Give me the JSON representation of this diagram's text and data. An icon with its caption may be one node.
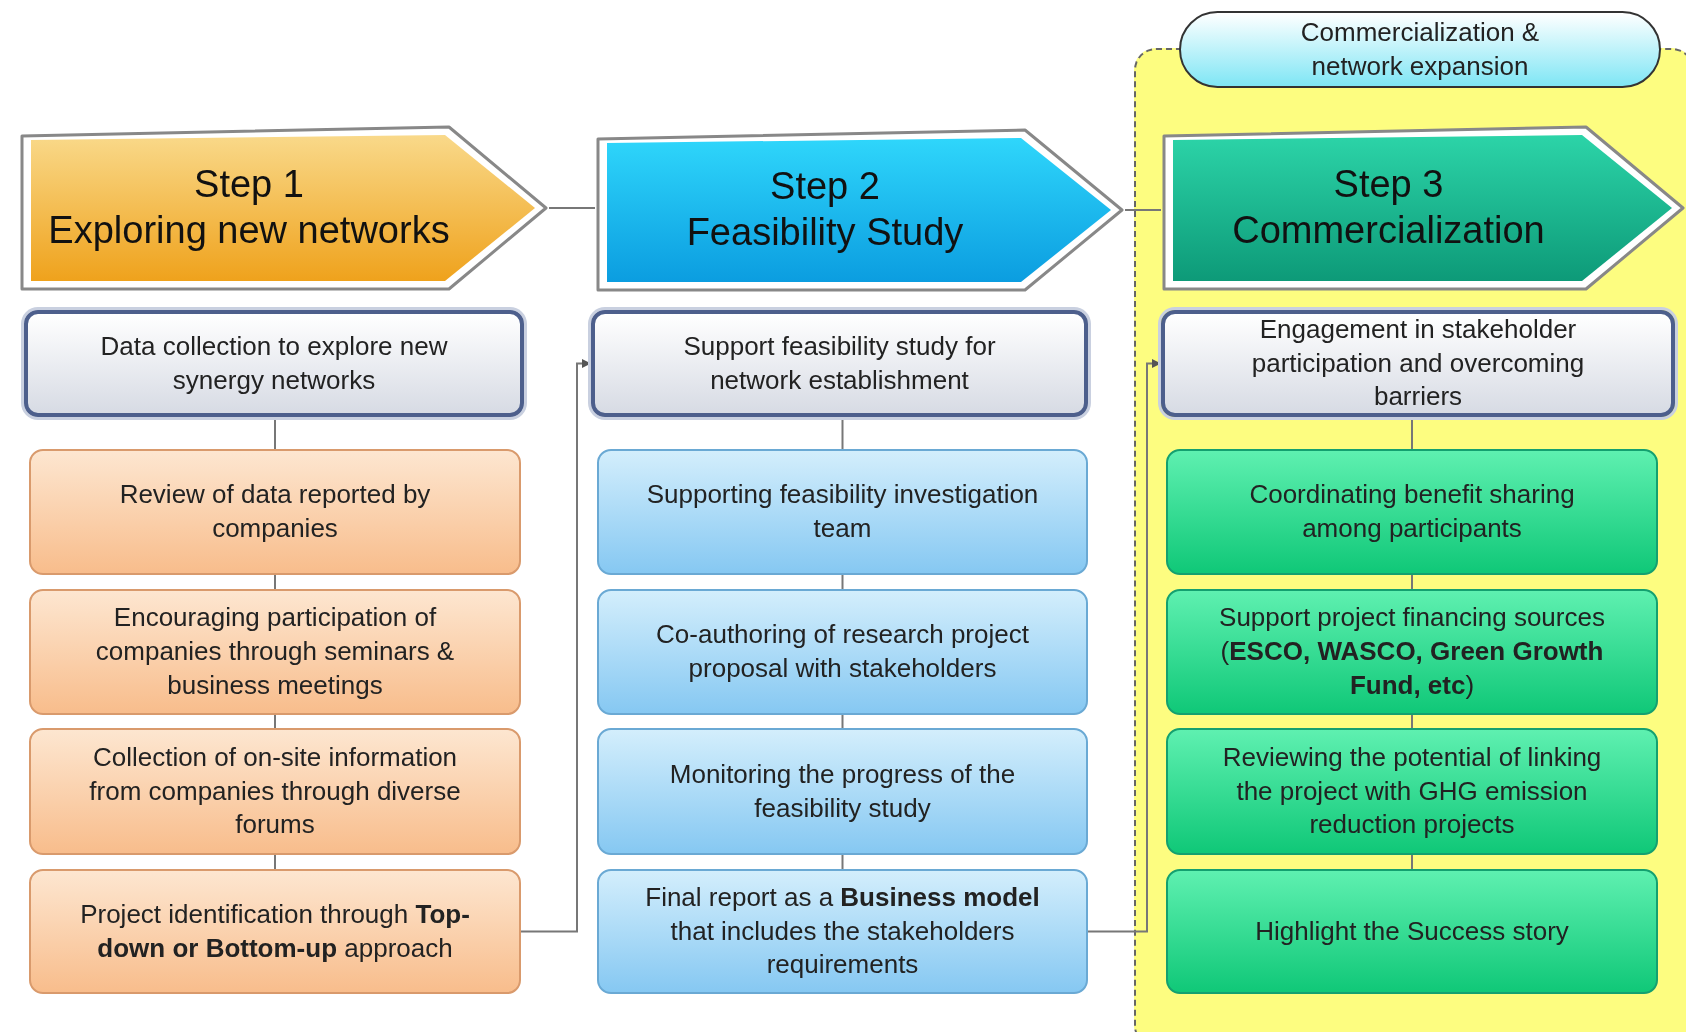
{
  "diagram": {
    "nodes": [
      {
        "text": [
          "Commercialization & network expansion"
        ]
      },
      {
        "text": [
          "Step 1",
          "Exploring new networks"
        ]
      },
      {
        "text": [
          "Step 2",
          "Feasibility Study"
        ]
      },
      {
        "text": [
          "Step 3",
          "Commercialization"
        ]
      },
      {
        "text": [
          "Data collection to explore new synergy networks"
        ]
      },
      {
        "text": [
          "Review of data reported by companies"
        ]
      },
      {
        "text": [
          "Encouraging participation of companies through seminars & business meetings"
        ]
      },
      {
        "text": [
          "Collection of on-site information from companies through diverse forums"
        ]
      },
      {
        "text": [
          "Project identification through **Top-down or Bottom-up** approach"
        ]
      },
      {
        "text": [
          "Support feasibility study for network establishment"
        ]
      },
      {
        "text": [
          "Supporting feasibility investigation team"
        ]
      },
      {
        "text": [
          "Co-authoring of research project proposal with stakeholders"
        ]
      },
      {
        "text": [
          "Monitoring the progress of the feasibility study"
        ]
      },
      {
        "text": [
          "Final report as a **Business model** that includes the stakeholders requirements"
        ]
      },
      {
        "text": [
          "Engagement in stakeholder participation and overcoming barriers"
        ]
      },
      {
        "text": [
          "Coordinating benefit sharing among participants"
        ]
      },
      {
        "text": [
          "Support project financing sources (**ESCO, WASCO, Green Growth Fund, etc**)"
        ]
      },
      {
        "text": [
          "Reviewing the potential of linking the project with GHG emission reduction projects"
        ]
      },
      {
        "text": [
          "Highlight the Success story"
        ]
      }
    ],
    "edges": [
      {
        "from": 1,
        "to": 2,
        "arrow": "none"
      },
      {
        "from": 2,
        "to": 3,
        "arrow": "none"
      },
      {
        "from": 4,
        "to": 5,
        "arrow": "none"
      },
      {
        "from": 5,
        "to": 6,
        "arrow": "none"
      },
      {
        "from": 6,
        "to": 7,
        "arrow": "none"
      },
      {
        "from": 7,
        "to": 8,
        "arrow": "none"
      },
      {
        "from": 9,
        "to": 10,
        "arrow": "none"
      },
      {
        "from": 10,
        "to": 11,
        "arrow": "none"
      },
      {
        "from": 11,
        "to": 12,
        "arrow": "none"
      },
      {
        "from": 12,
        "to": 13,
        "arrow": "none"
      },
      {
        "from": 14,
        "to": 15,
        "arrow": "none"
      },
      {
        "from": 15,
        "to": 16,
        "arrow": "none"
      },
      {
        "from": 16,
        "to": 17,
        "arrow": "none"
      },
      {
        "from": 17,
        "to": 18,
        "arrow": "none"
      },
      {
        "from": 8,
        "to": 9,
        "arrow": "to"
      },
      {
        "from": 13,
        "to": 14,
        "arrow": "to"
      }
    ]
  }
}
